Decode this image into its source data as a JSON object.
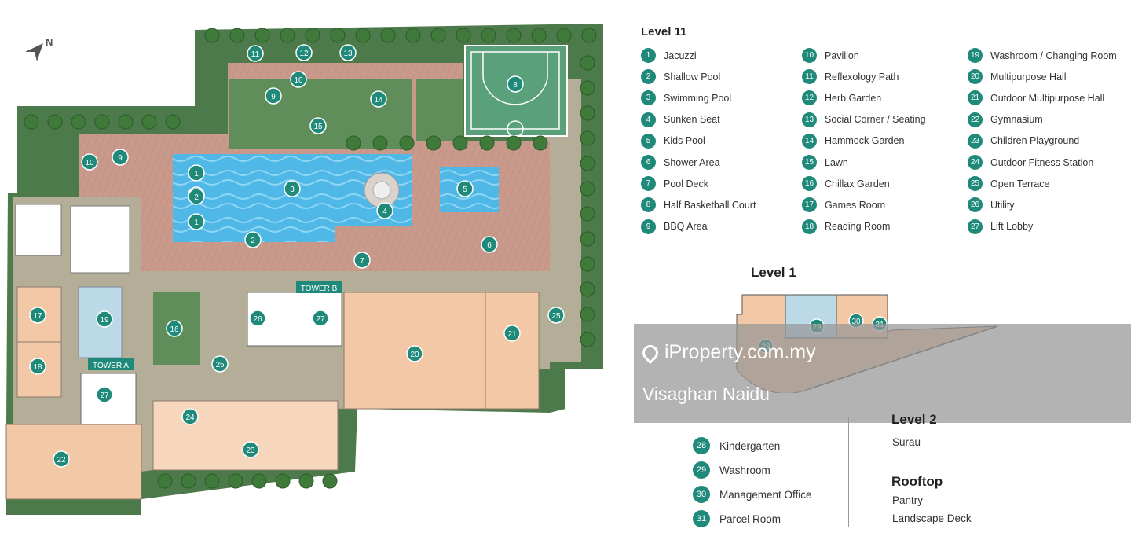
{
  "compass": {
    "label": "N"
  },
  "plan": {
    "tower_a": "TOWER A",
    "tower_b": "TOWER B",
    "markers": [
      {
        "n": "1"
      },
      {
        "n": "1"
      },
      {
        "n": "1"
      },
      {
        "n": "2"
      },
      {
        "n": "2"
      },
      {
        "n": "3"
      },
      {
        "n": "4"
      },
      {
        "n": "5"
      },
      {
        "n": "6"
      },
      {
        "n": "7"
      },
      {
        "n": "8"
      },
      {
        "n": "9"
      },
      {
        "n": "9"
      },
      {
        "n": "10"
      },
      {
        "n": "10"
      },
      {
        "n": "11"
      },
      {
        "n": "12"
      },
      {
        "n": "13"
      },
      {
        "n": "14"
      },
      {
        "n": "15"
      },
      {
        "n": "16"
      },
      {
        "n": "17"
      },
      {
        "n": "18"
      },
      {
        "n": "19"
      },
      {
        "n": "20"
      },
      {
        "n": "21"
      },
      {
        "n": "22"
      },
      {
        "n": "23"
      },
      {
        "n": "24"
      },
      {
        "n": "25"
      },
      {
        "n": "25"
      },
      {
        "n": "26"
      },
      {
        "n": "27"
      },
      {
        "n": "27"
      }
    ]
  },
  "level11": {
    "title": "Level 11",
    "items": [
      {
        "n": "1",
        "label": "Jacuzzi"
      },
      {
        "n": "2",
        "label": "Shallow Pool"
      },
      {
        "n": "3",
        "label": "Swimming Pool"
      },
      {
        "n": "4",
        "label": "Sunken Seat"
      },
      {
        "n": "5",
        "label": "Kids Pool"
      },
      {
        "n": "6",
        "label": "Shower Area"
      },
      {
        "n": "7",
        "label": "Pool Deck"
      },
      {
        "n": "8",
        "label": "Half Basketball Court"
      },
      {
        "n": "9",
        "label": "BBQ Area"
      },
      {
        "n": "10",
        "label": "Pavilion"
      },
      {
        "n": "11",
        "label": "Reflexology Path"
      },
      {
        "n": "12",
        "label": "Herb Garden"
      },
      {
        "n": "13",
        "label": "Social Corner / Seating"
      },
      {
        "n": "14",
        "label": "Hammock Garden"
      },
      {
        "n": "15",
        "label": "Lawn"
      },
      {
        "n": "16",
        "label": "Chillax Garden"
      },
      {
        "n": "17",
        "label": "Games Room"
      },
      {
        "n": "18",
        "label": "Reading Room"
      },
      {
        "n": "19",
        "label": "Washroom / Changing Room"
      },
      {
        "n": "20",
        "label": "Multipurpose Hall"
      },
      {
        "n": "21",
        "label": "Outdoor Multipurpose Hall"
      },
      {
        "n": "22",
        "label": "Gymnasium"
      },
      {
        "n": "23",
        "label": "Children Playground"
      },
      {
        "n": "24",
        "label": "Outdoor Fitness Station"
      },
      {
        "n": "25",
        "label": "Open Terrace"
      },
      {
        "n": "26",
        "label": "Utility"
      },
      {
        "n": "27",
        "label": "Lift Lobby"
      }
    ]
  },
  "level1": {
    "title": "Level 1",
    "markers": [
      {
        "n": "28"
      },
      {
        "n": "29"
      },
      {
        "n": "30"
      },
      {
        "n": "31"
      }
    ],
    "items": [
      {
        "n": "28",
        "label": "Kindergarten"
      },
      {
        "n": "29",
        "label": "Washroom"
      },
      {
        "n": "30",
        "label": "Management Office"
      },
      {
        "n": "31",
        "label": "Parcel Room"
      }
    ]
  },
  "level2": {
    "title": "Level 2",
    "items": [
      "Surau"
    ]
  },
  "rooftop": {
    "title": "Rooftop",
    "items": [
      "Pantry",
      "Landscape Deck"
    ]
  },
  "watermark": {
    "site": "iProperty.com.my",
    "agent": "Visaghan Naidu"
  },
  "colors": {
    "marker": "#1f8a7a",
    "grass": "#4d7a4a",
    "lawn": "#5f8e5a",
    "deck": "#c79a8c",
    "indoor": "#f2c8a6",
    "paving": "#b4ad98",
    "water": "#4fb8e6",
    "building": "#ffffff"
  }
}
